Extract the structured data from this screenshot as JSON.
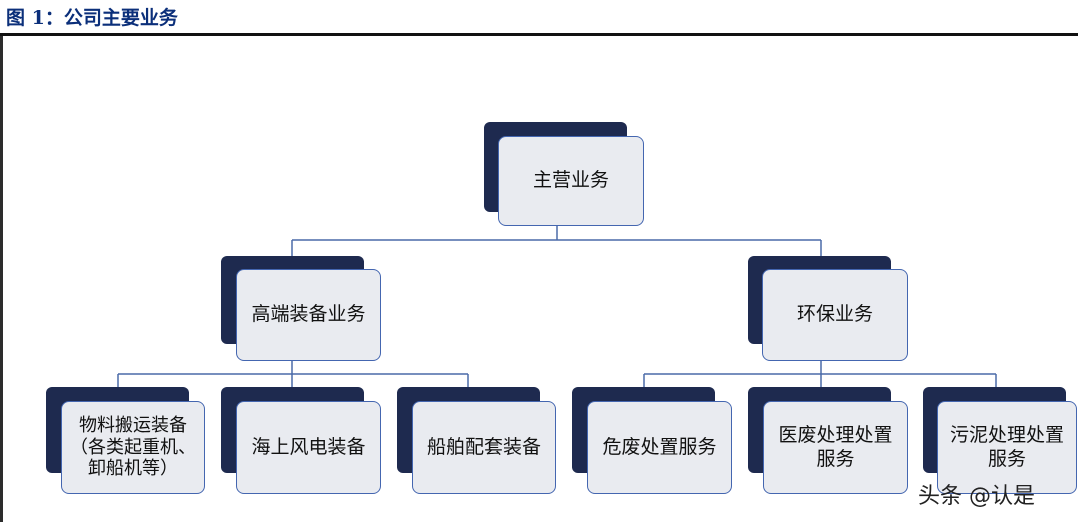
{
  "figure_title": "图 1：公司主要业务",
  "tree": {
    "root": "主营业务",
    "branches": [
      {
        "label": "高端装备业务",
        "children": [
          "物料搬运装备\n（各类起重机、\n卸船机等）",
          "海上风电装备",
          "船舶配套装备"
        ]
      },
      {
        "label": "环保业务",
        "children": [
          "危废处置服务",
          "医废处理处置\n服务",
          "污泥处理处置\n服务"
        ]
      }
    ]
  },
  "colors": {
    "node_back": "#1e2a4f",
    "node_front": "#e9ebf0",
    "node_border": "#4466b0",
    "connector": "#4a6aa8",
    "title": "#0b2f7a"
  },
  "watermark": "头条 @认是"
}
